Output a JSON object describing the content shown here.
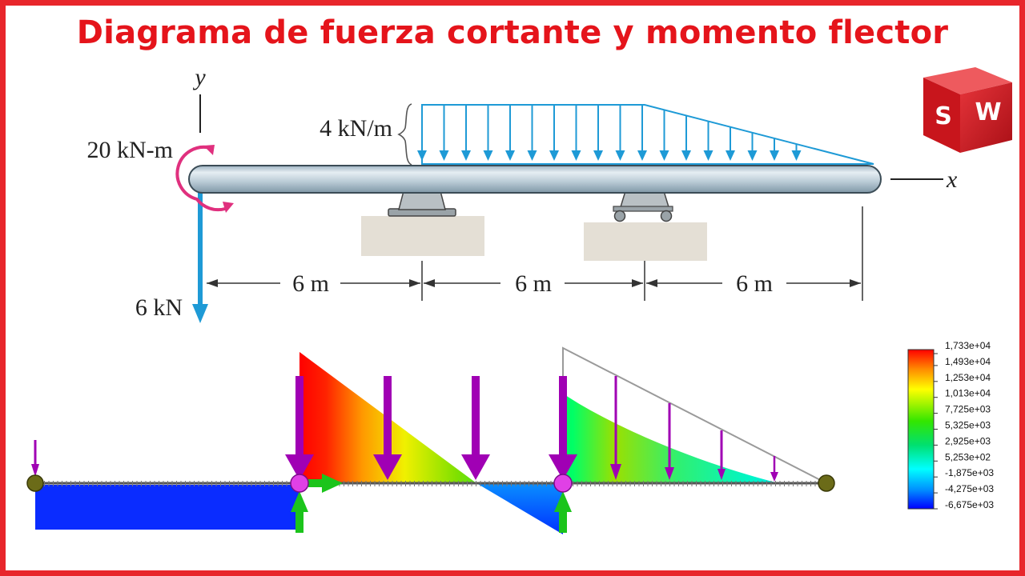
{
  "title": "Diagrama de fuerza cortante y momento flector",
  "logo": {
    "letters": [
      "S",
      "W"
    ],
    "color": "#d42027"
  },
  "problem": {
    "y_axis_label": "y",
    "x_axis_label": "x",
    "moment_label": "20 kN-m",
    "distributed_load_label": "4 kN/m",
    "point_load_label": "6 kN",
    "span_labels": [
      "6 m",
      "6 m",
      "6 m"
    ],
    "load_color": "#1e9ad6",
    "moment_color": "#e0307e"
  },
  "legend": {
    "values": [
      "1,733e+04",
      "1,493e+04",
      "1,253e+04",
      "1,013e+04",
      "7,725e+03",
      "5,325e+03",
      "2,925e+03",
      "5,253e+02",
      "-1,875e+03",
      "-4,275e+03",
      "-6,675e+03"
    ]
  }
}
